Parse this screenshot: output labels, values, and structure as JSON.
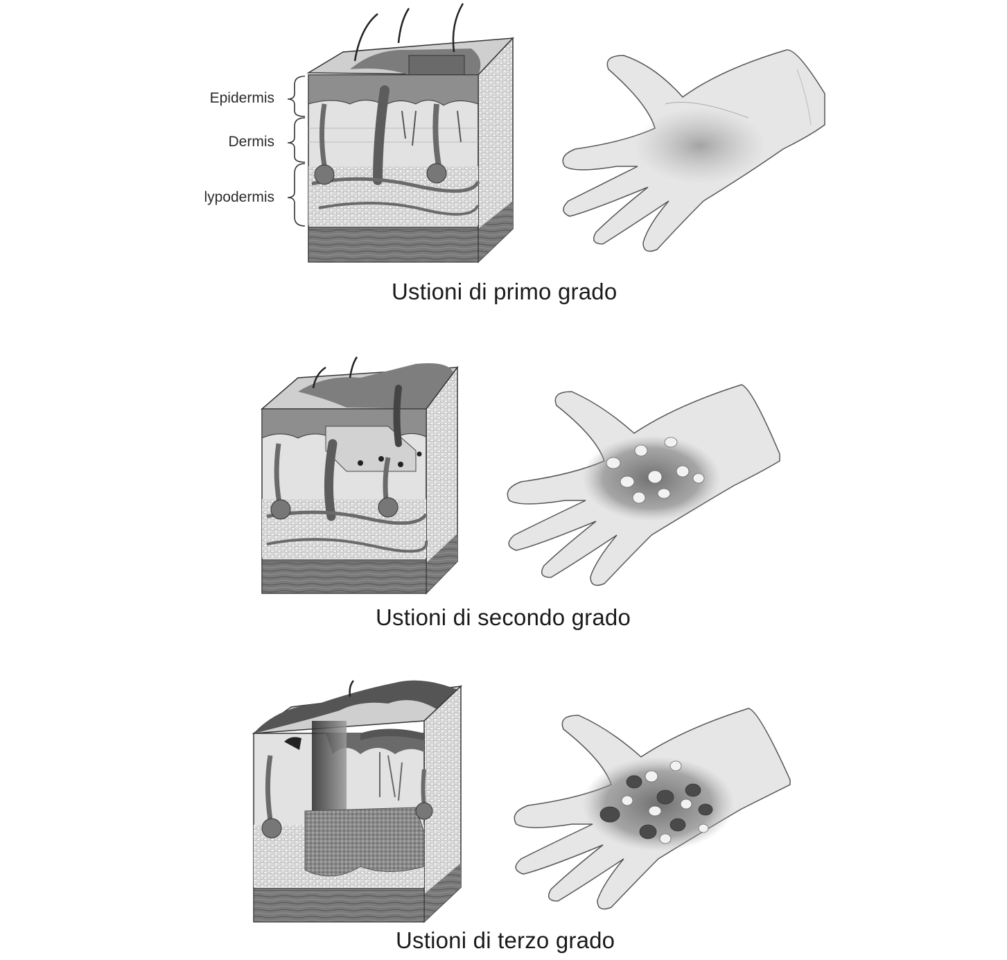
{
  "panels": [
    {
      "id": "first-degree",
      "caption": "Ustioni di primo grado"
    },
    {
      "id": "second-degree",
      "caption": "Ustioni di secondo grado"
    },
    {
      "id": "third-degree",
      "caption": "Ustioni di terzo grado"
    }
  ],
  "layer_labels": {
    "epidermis": "Epidermis",
    "dermis": "Dermis",
    "hypodermis": "lypodermis"
  },
  "colors": {
    "ink": "#1a1a1a",
    "skin_light": "#e4e4e4",
    "skin_mid": "#b8b8b8",
    "skin_dark": "#6e6e6e",
    "burn_dark": "#4a4a4a"
  }
}
